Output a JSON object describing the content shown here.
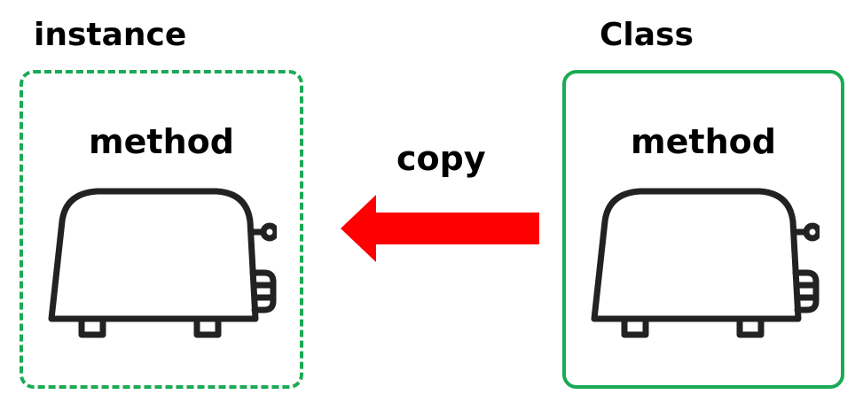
{
  "colors": {
    "accent": "#1aaa55",
    "arrow": "#ff0000",
    "stroke": "#222222"
  },
  "instance": {
    "title": "instance",
    "method_label": "method",
    "icon": "toaster-icon"
  },
  "class": {
    "title": "Class",
    "method_label": "method",
    "icon": "toaster-icon"
  },
  "arrow": {
    "label": "copy",
    "icon": "arrow-left-icon"
  }
}
